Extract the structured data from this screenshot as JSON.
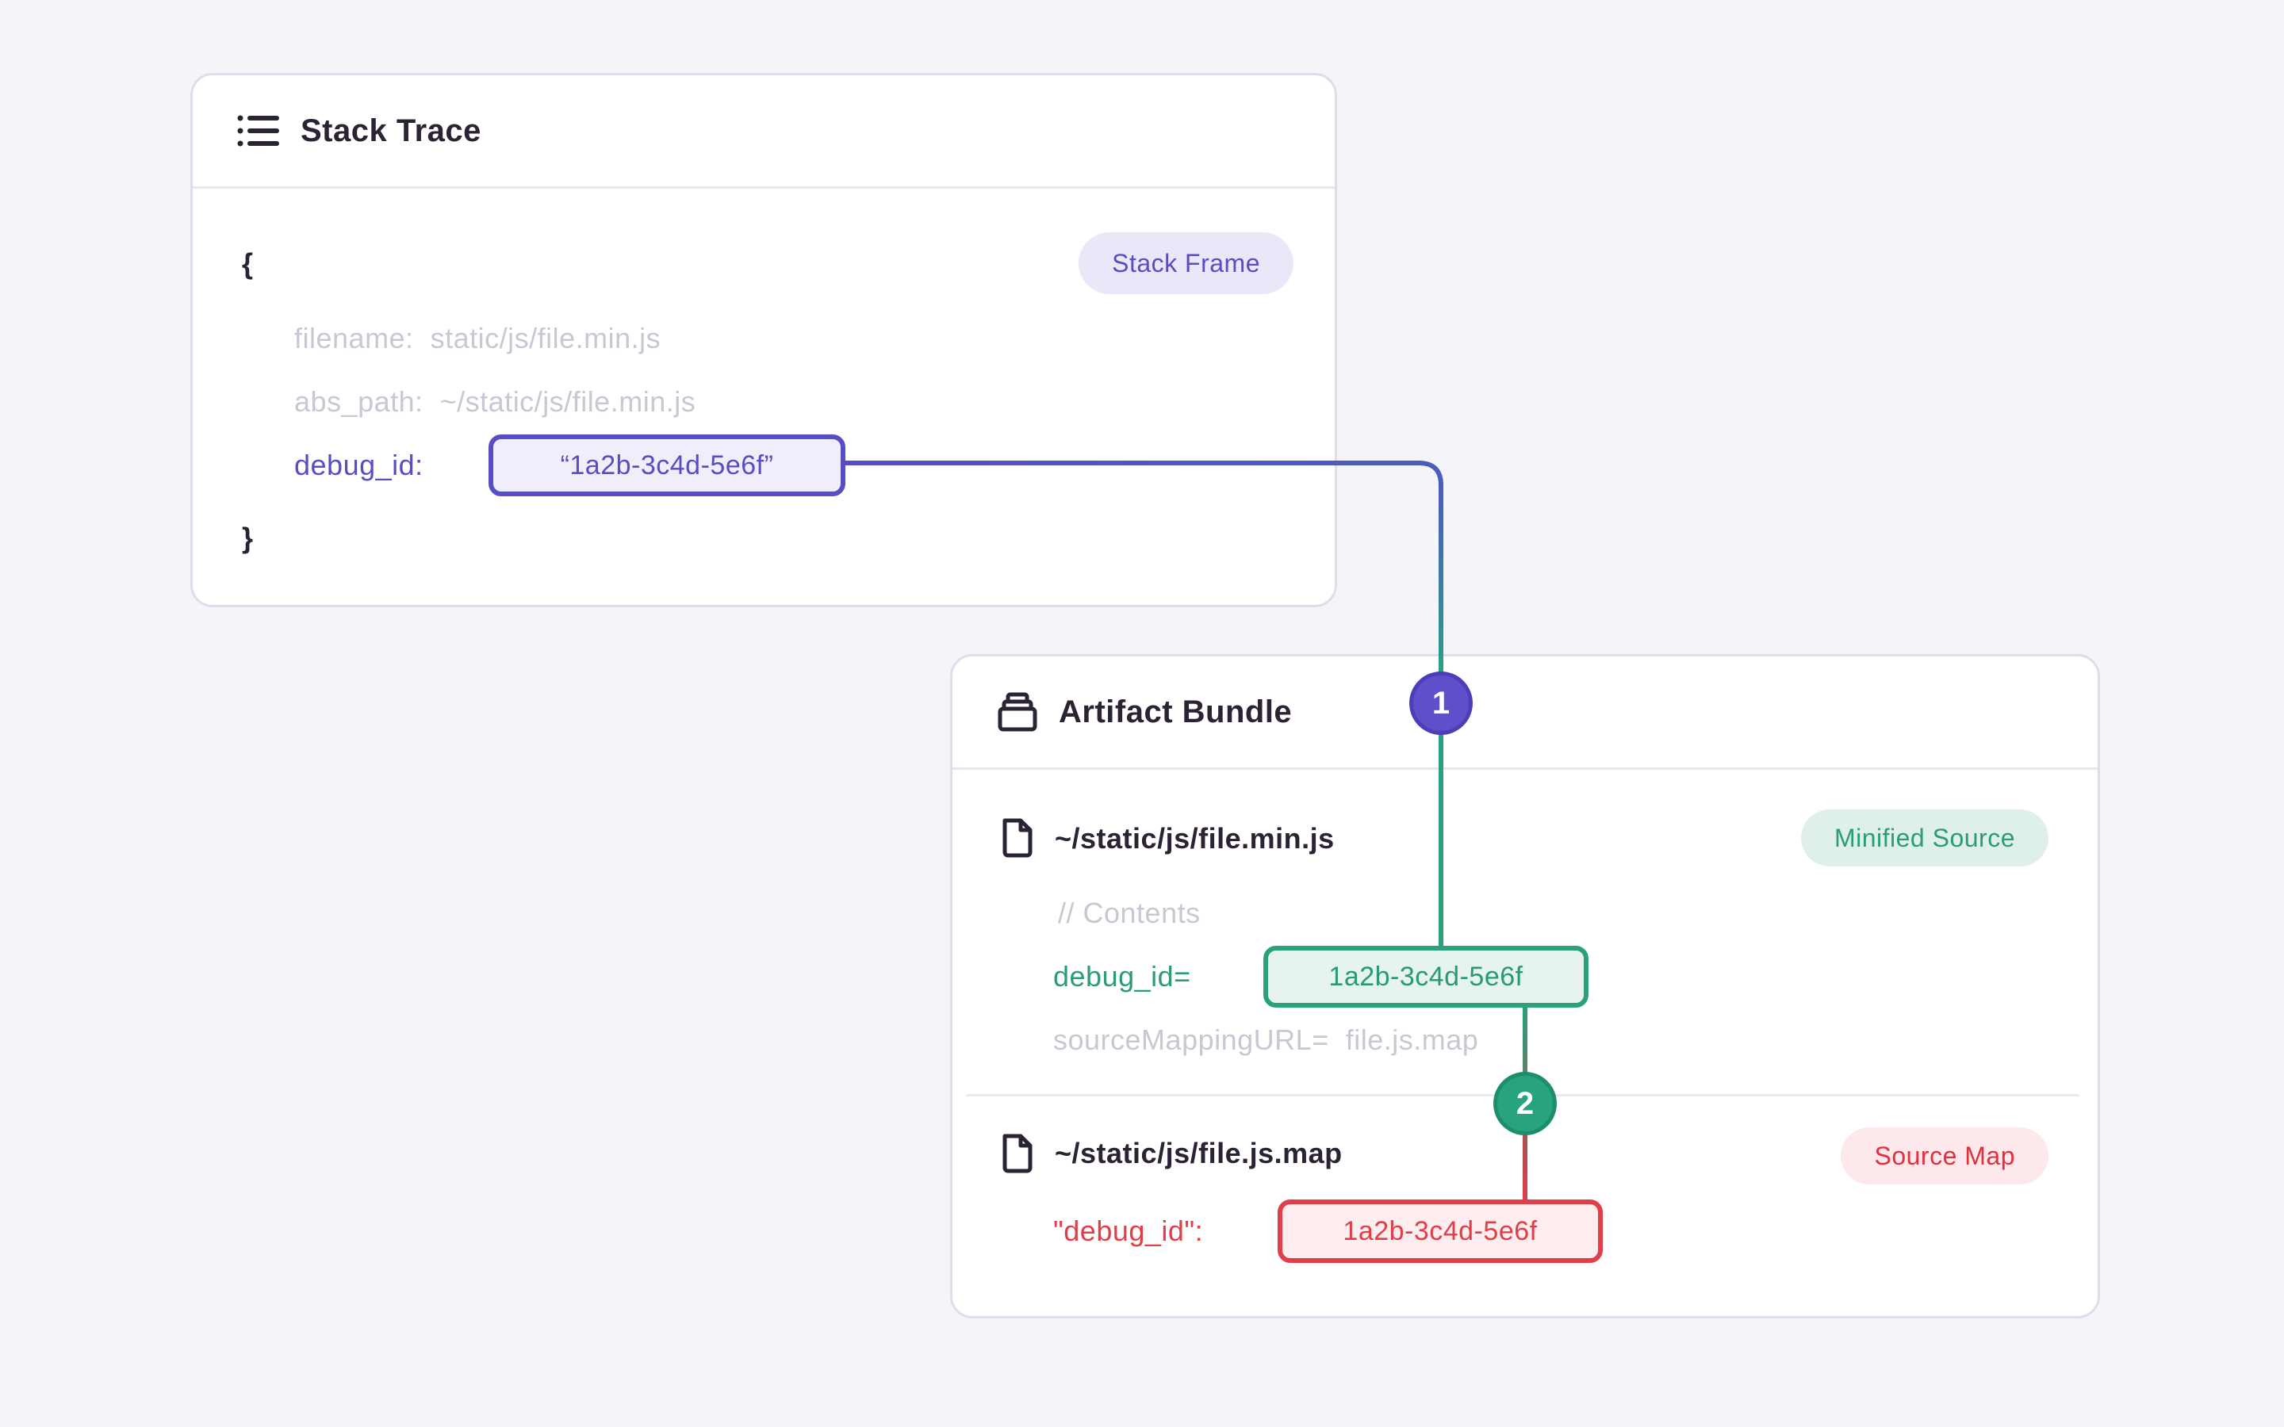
{
  "colors": {
    "page_background": "#f5f4f8",
    "card_border": "#e0dce9",
    "heading_text": "#2b2233",
    "muted_text": "#cbc6d4",
    "purple_accent": "#584dc2",
    "green_accent": "#2b9c77",
    "teal_connector": "#2aa184",
    "red_accent": "#e03e49"
  },
  "stack_trace": {
    "title": "Stack Trace",
    "frame_badge": "Stack Frame",
    "brace_open": "{",
    "brace_close": "}",
    "filename_line": "filename:  static/js/file.min.js",
    "abs_path_line": "abs_path:  ~/static/js/file.min.js",
    "debug_id_key": "debug_id:",
    "debug_id_value": "“1a2b-3c4d-5e6f”"
  },
  "artifact_bundle": {
    "title": "Artifact Bundle",
    "step_1": "1",
    "step_2": "2",
    "minified_source": {
      "path": "~/static/js/file.min.js",
      "badge": "Minified Source",
      "contents_comment": "// Contents",
      "debug_id_key": "debug_id=",
      "debug_id_value": "1a2b-3c4d-5e6f",
      "source_mapping_line": "sourceMappingURL=  file.js.map"
    },
    "source_map": {
      "path": "~/static/js/file.js.map",
      "badge": "Source Map",
      "debug_id_key": "\"debug_id\":",
      "debug_id_value": "1a2b-3c4d-5e6f"
    }
  }
}
